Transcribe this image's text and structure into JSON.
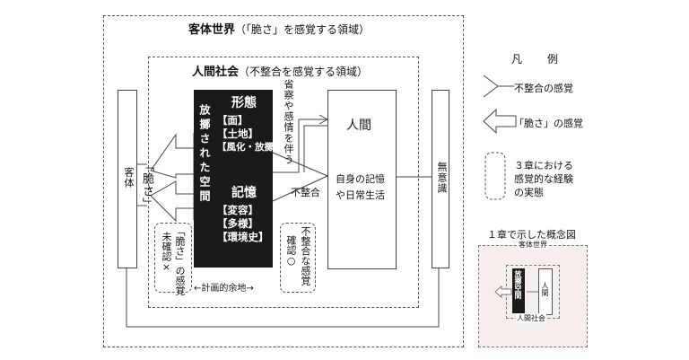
{
  "outer": {
    "title": "客体世界",
    "subtitle": "（「脆さ」を感覚する領域）"
  },
  "inner": {
    "title": "人間社会",
    "subtitle": "（不整合を感覚する領域）"
  },
  "left_box_label": "客体",
  "right_box_label": "無意識",
  "brittle_label": "「脆さ」",
  "black_box": {
    "vertical_label": "放擲された空間",
    "form_title": "形態",
    "form_items": [
      "【面】",
      "【土地】",
      "【風化・放擲】"
    ],
    "memory_title": "記憶",
    "memory_items": [
      "【変容】",
      "【多様】",
      "【環境史】"
    ]
  },
  "arrow_label_vertical": "省察や感情を伴う",
  "arrow_label_mismatch": "不整合",
  "human_box": {
    "title": "人間",
    "text_line1": "自身の記憶",
    "text_line2": "や日常生活"
  },
  "dashed_left": {
    "col1": "「脆さ」の感覚",
    "col2": "未確認×"
  },
  "dashed_right": {
    "col1": "不整合な感覚",
    "col2": "確認○"
  },
  "planning_margin": "←計画的余地→",
  "legend": {
    "title": "凡　例",
    "item1": "不整合の感覚",
    "item2": "「脆さ」の感覚",
    "item3_line1": "３章における",
    "item3_line2": "感覚的な経験",
    "item3_line3": "の実態"
  },
  "mini": {
    "caption": "１章で示した概念図",
    "outer": "客体世界",
    "black": "放擲空間",
    "human": "人間",
    "inner": "人間社会"
  },
  "colors": {
    "mini_bg": "#f6eded",
    "black": "#1a1a1a"
  }
}
